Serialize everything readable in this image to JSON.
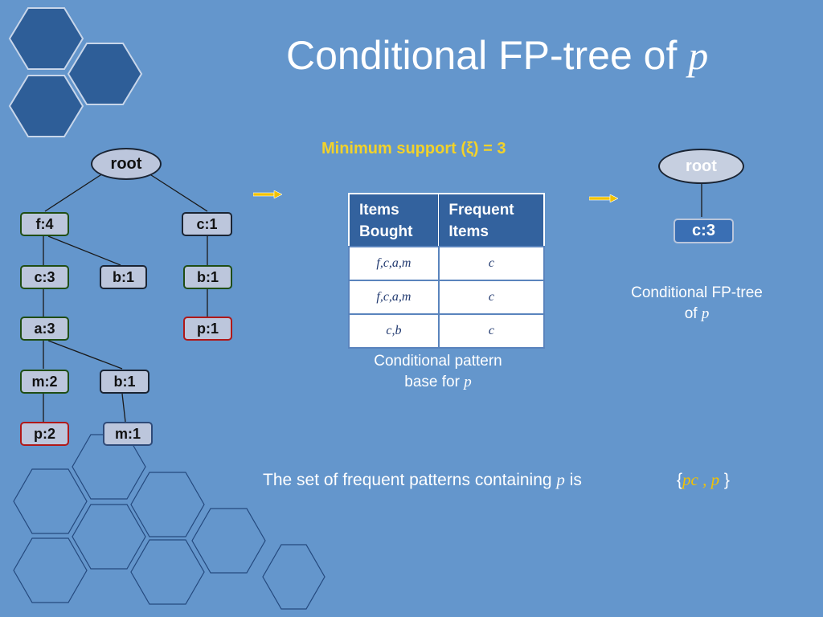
{
  "slide": {
    "title_text": "Conditional FP-tree of ",
    "title_var": "p",
    "min_support": "Minimum support  (ξ) = 3"
  },
  "fp_tree": {
    "root": "root",
    "nodes": {
      "f4": "f:4",
      "c1": "c:1",
      "c3": "c:3",
      "b1_mid": "b:1",
      "b1_right": "b:1",
      "a3": "a:3",
      "p1": "p:1",
      "m2": "m:2",
      "b1_low": "b:1",
      "p2": "p:2",
      "m1": "m:1"
    }
  },
  "pattern_base": {
    "headers": [
      "Items Bought",
      "Frequent Items"
    ],
    "header_lines": [
      [
        "Items",
        "Bought"
      ],
      [
        "Frequent",
        "Items"
      ]
    ],
    "rows": [
      [
        "f,c,a,m",
        "c"
      ],
      [
        "f,c,a,m",
        "c"
      ],
      [
        "c,b",
        "c"
      ]
    ],
    "caption_line1": "Conditional pattern",
    "caption_line2": "base for ",
    "caption_var": "p"
  },
  "conditional_tree": {
    "root": "root",
    "node": "c:3",
    "caption_line1": "Conditional  FP-tree",
    "caption_line2": "of ",
    "caption_var": "p"
  },
  "frequent_set": {
    "text": "The set of frequent patterns containing ",
    "var": "p",
    "is": " is",
    "open": "{",
    "item1": "pc",
    "sep": " , ",
    "item2": "p",
    "close": " }"
  },
  "colors": {
    "background": "#6496cc",
    "node_fill": "#bcc6dc",
    "accent_yellow": "#f2d22a",
    "table_header": "#33629e",
    "hexagon_fill": "#2e5e98"
  },
  "icons": [
    "hexagon-decoration",
    "right-arrow-icon"
  ]
}
